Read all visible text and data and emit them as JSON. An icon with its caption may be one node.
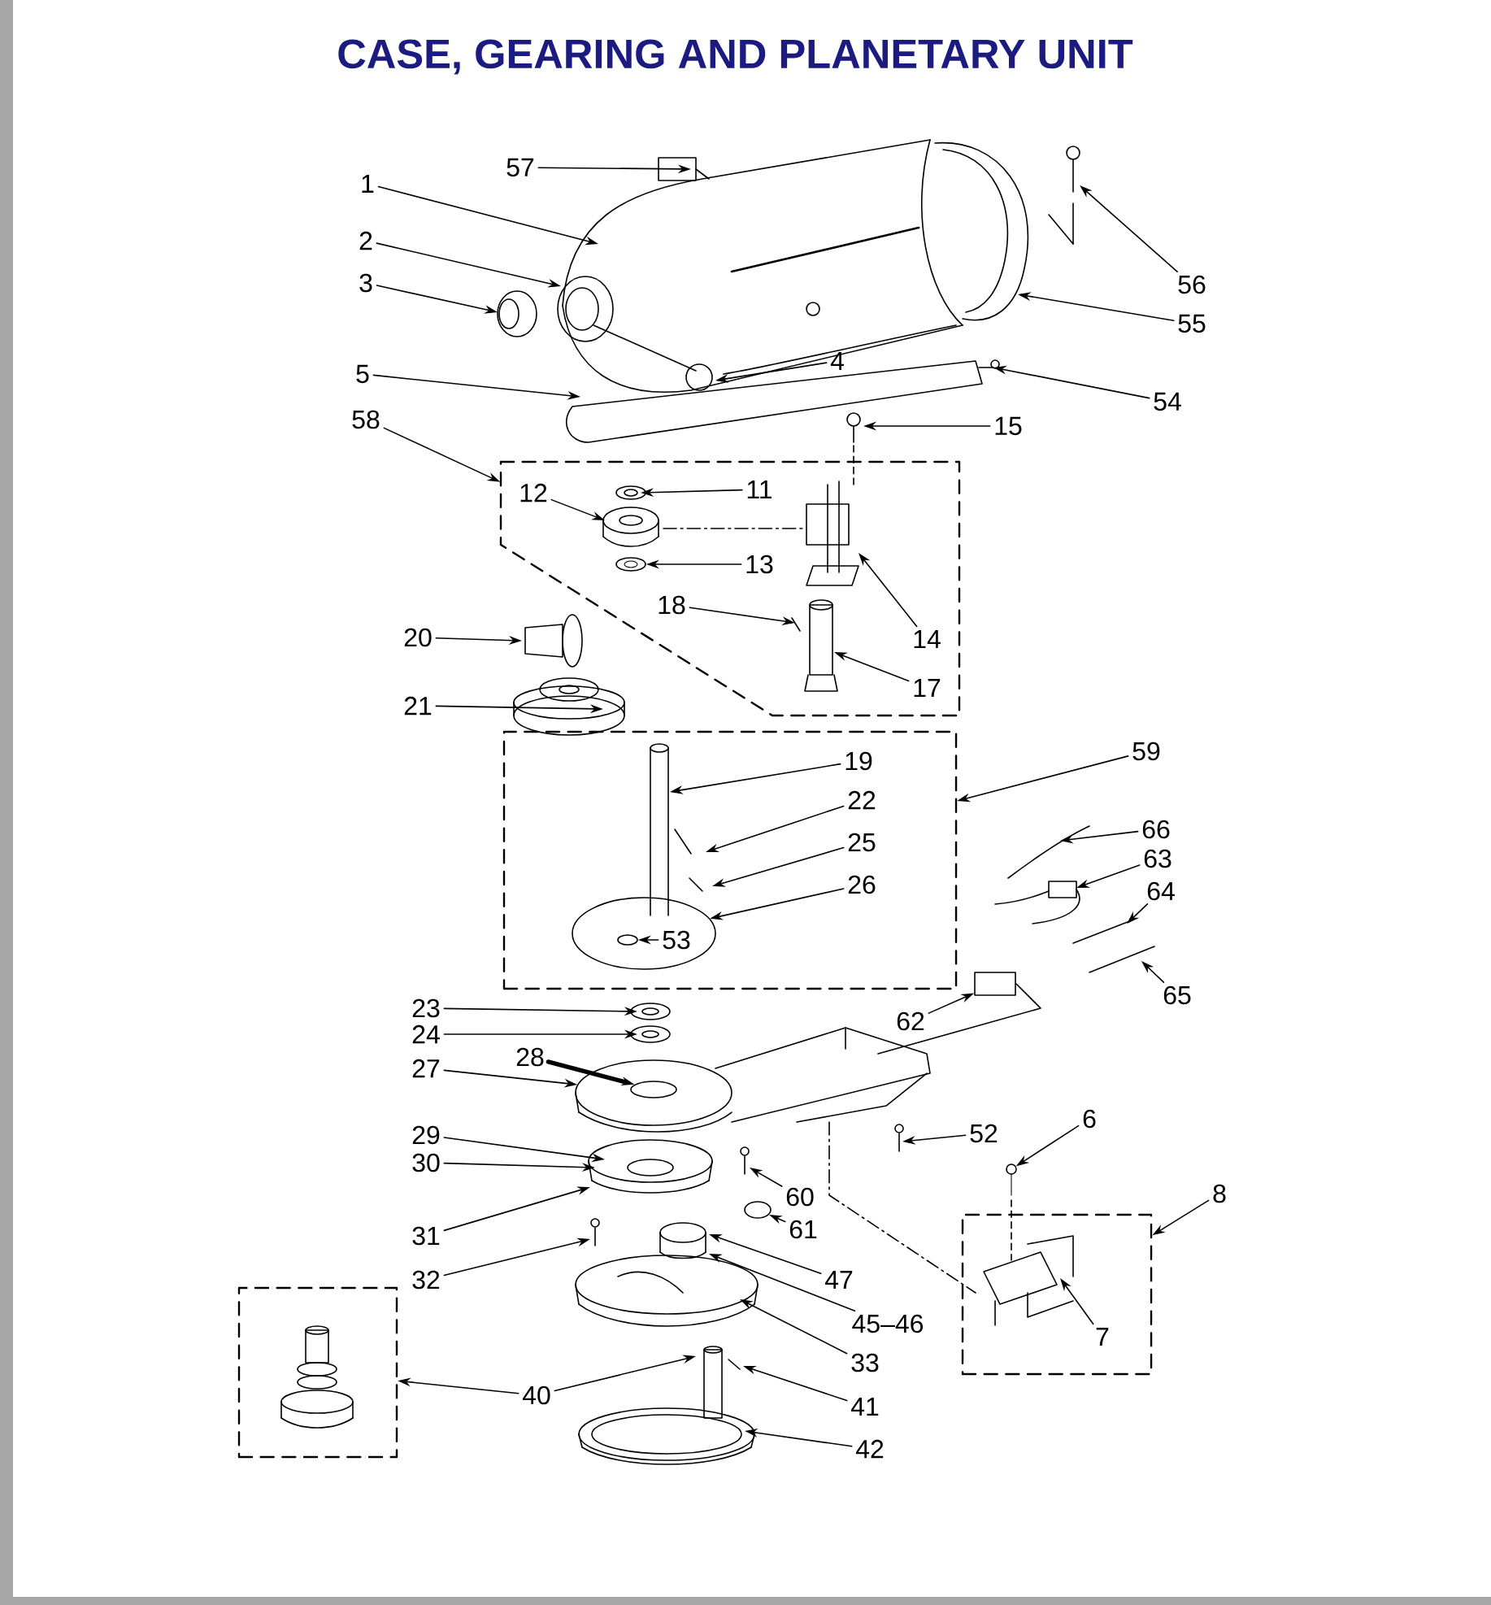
{
  "diagram": {
    "title": "CASE, GEARING AND PLANETARY UNIT",
    "nodes": [
      {
        "text": [
          "57"
        ]
      },
      {
        "text": [
          "1"
        ]
      },
      {
        "text": [
          "2"
        ]
      },
      {
        "text": [
          "3"
        ]
      },
      {
        "text": [
          "56"
        ]
      },
      {
        "text": [
          "55"
        ]
      },
      {
        "text": [
          "4"
        ]
      },
      {
        "text": [
          "5"
        ]
      },
      {
        "text": [
          "54"
        ]
      },
      {
        "text": [
          "58"
        ]
      },
      {
        "text": [
          "15"
        ]
      },
      {
        "text": [],
        "shape": "box"
      },
      {
        "text": [
          "11"
        ],
        "in": 11
      },
      {
        "text": [
          "12"
        ],
        "in": 11
      },
      {
        "text": [
          "13"
        ],
        "in": 11
      },
      {
        "text": [
          "18"
        ],
        "in": 11
      },
      {
        "text": [
          "14"
        ],
        "in": 11
      },
      {
        "text": [
          "17"
        ],
        "in": 11
      },
      {
        "text": [
          "20"
        ]
      },
      {
        "text": [
          "21"
        ]
      },
      {
        "text": [],
        "shape": "box"
      },
      {
        "text": [
          "19"
        ],
        "in": 20
      },
      {
        "text": [
          "22"
        ],
        "in": 20
      },
      {
        "text": [
          "25"
        ],
        "in": 20
      },
      {
        "text": [
          "26"
        ],
        "in": 20
      },
      {
        "text": [
          "53"
        ],
        "in": 55
      },
      {
        "text": [
          "59"
        ]
      },
      {
        "text": [
          "66"
        ]
      },
      {
        "text": [
          "63"
        ]
      },
      {
        "text": [
          "64"
        ]
      },
      {
        "text": [
          "65"
        ]
      },
      {
        "text": [
          "23"
        ]
      },
      {
        "text": [
          "24"
        ]
      },
      {
        "text": [
          "62"
        ]
      },
      {
        "text": [
          "28"
        ]
      },
      {
        "text": [
          "27"
        ]
      },
      {
        "text": [
          "52"
        ]
      },
      {
        "text": [
          "6"
        ]
      },
      {
        "text": [
          "29"
        ]
      },
      {
        "text": [
          "30"
        ]
      },
      {
        "text": [
          "8"
        ]
      },
      {
        "text": [
          "60"
        ]
      },
      {
        "text": [],
        "shape": "box"
      },
      {
        "text": [
          "7"
        ],
        "in": 42
      },
      {
        "text": [
          "31"
        ]
      },
      {
        "text": [
          "61"
        ]
      },
      {
        "text": [
          "32"
        ]
      },
      {
        "text": [
          "47"
        ]
      },
      {
        "text": [
          "45–46"
        ]
      },
      {
        "text": [],
        "shape": "box"
      },
      {
        "text": [
          "33"
        ]
      },
      {
        "text": [
          "40"
        ]
      },
      {
        "text": [
          "41"
        ]
      },
      {
        "text": [
          "42"
        ]
      },
      {
        "text": [],
        "shape": "picture",
        "in": 11
      },
      {
        "text": [],
        "shape": "picture",
        "in": 20
      },
      {
        "text": [],
        "shape": "box"
      },
      {
        "text": [],
        "shape": "picture"
      },
      {
        "text": [],
        "shape": "circle",
        "in": 57
      },
      {
        "text": [],
        "shape": "picture"
      },
      {
        "text": [],
        "shape": "circle"
      },
      {
        "text": [],
        "shape": "circle",
        "in": 55
      }
    ],
    "edges": [
      {
        "from": 0,
        "to": null,
        "arrow": "to"
      },
      {
        "from": 1,
        "to": null,
        "arrow": "to"
      },
      {
        "from": 2,
        "to": null,
        "arrow": "to"
      },
      {
        "from": 3,
        "to": null,
        "arrow": "to"
      },
      {
        "from": 4,
        "to": null,
        "arrow": "to"
      },
      {
        "from": 5,
        "to": null,
        "arrow": "to"
      },
      {
        "from": 6,
        "to": null,
        "arrow": "to"
      },
      {
        "from": 7,
        "to": null,
        "arrow": "to"
      },
      {
        "from": 8,
        "to": null,
        "arrow": "to"
      },
      {
        "from": 9,
        "to": 11,
        "arrow": "to"
      },
      {
        "from": 10,
        "to": null,
        "arrow": "to"
      },
      {
        "from": 12,
        "to": null,
        "arrow": "to"
      },
      {
        "from": 13,
        "to": null,
        "arrow": "to"
      },
      {
        "from": 14,
        "to": 54,
        "arrow": "to"
      },
      {
        "from": 15,
        "to": null,
        "arrow": "to"
      },
      {
        "from": 16,
        "to": null,
        "arrow": "to"
      },
      {
        "from": 17,
        "to": null,
        "arrow": "to"
      },
      {
        "from": 18,
        "to": null,
        "arrow": "to"
      },
      {
        "from": 19,
        "to": null,
        "arrow": "to"
      },
      {
        "from": 21,
        "to": null,
        "arrow": "to"
      },
      {
        "from": 22,
        "to": null,
        "arrow": "to"
      },
      {
        "from": 23,
        "to": null,
        "arrow": "to"
      },
      {
        "from": 24,
        "to": 55,
        "arrow": "to"
      },
      {
        "from": 25,
        "to": 61,
        "arrow": "to"
      },
      {
        "from": 26,
        "to": 20,
        "arrow": "to"
      },
      {
        "from": 27,
        "to": null,
        "arrow": "to"
      },
      {
        "from": 28,
        "to": null,
        "arrow": "to"
      },
      {
        "from": 29,
        "to": null,
        "arrow": "to"
      },
      {
        "from": 30,
        "to": null,
        "arrow": "to"
      },
      {
        "from": 31,
        "to": null,
        "arrow": "to"
      },
      {
        "from": 32,
        "to": null,
        "arrow": "to"
      },
      {
        "from": 33,
        "to": 56,
        "arrow": "to"
      },
      {
        "from": 34,
        "to": 58,
        "arrow": "to",
        "style": "thick"
      },
      {
        "from": 35,
        "to": 57,
        "arrow": "to"
      },
      {
        "from": 36,
        "to": null,
        "arrow": "to"
      },
      {
        "from": 37,
        "to": 59,
        "arrow": "to"
      },
      {
        "from": 38,
        "to": null,
        "arrow": "to"
      },
      {
        "from": 39,
        "to": null,
        "arrow": "to"
      },
      {
        "from": 40,
        "to": 42,
        "arrow": "to"
      },
      {
        "from": 41,
        "to": null,
        "arrow": "to"
      },
      {
        "from": 43,
        "to": null,
        "arrow": "to"
      },
      {
        "from": 44,
        "to": null,
        "arrow": "to"
      },
      {
        "from": 45,
        "to": 60,
        "arrow": "to"
      },
      {
        "from": 46,
        "to": null,
        "arrow": "to"
      },
      {
        "from": 47,
        "to": null,
        "arrow": "to"
      },
      {
        "from": 48,
        "to": null,
        "arrow": "to"
      },
      {
        "from": 50,
        "to": null,
        "arrow": "to"
      },
      {
        "from": 51,
        "to": 49,
        "arrow": "to"
      },
      {
        "from": 51,
        "to": null,
        "arrow": "to"
      },
      {
        "from": 52,
        "to": null,
        "arrow": "to"
      },
      {
        "from": 53,
        "to": null,
        "arrow": "to"
      }
    ]
  }
}
